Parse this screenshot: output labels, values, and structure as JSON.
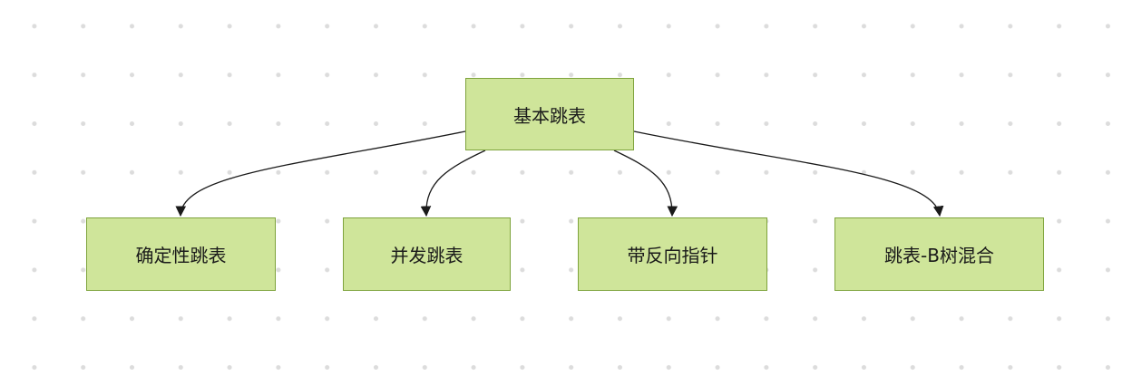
{
  "diagram": {
    "root": {
      "label": "基本跳表"
    },
    "children": [
      {
        "label": "确定性跳表"
      },
      {
        "label": "并发跳表"
      },
      {
        "label": "带反向指针"
      },
      {
        "label": "跳表-B树混合"
      }
    ]
  },
  "colors": {
    "node_fill": "#cfe59a",
    "node_border": "#7ea33c",
    "edge": "#1a1a1a",
    "background_dot": "#dcdcdc"
  }
}
